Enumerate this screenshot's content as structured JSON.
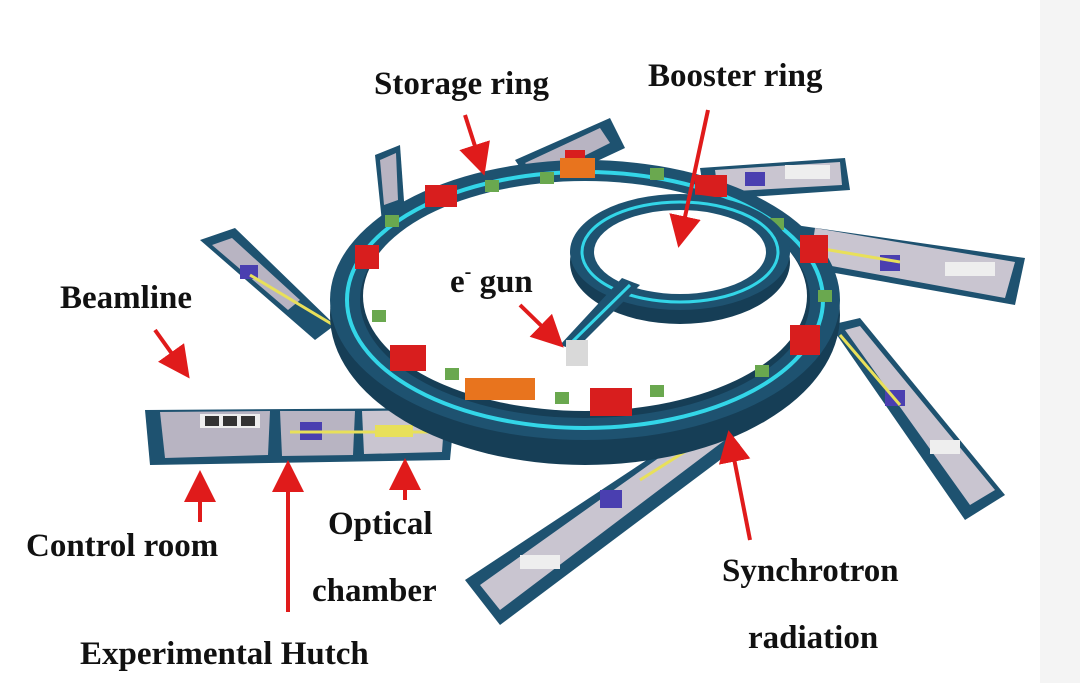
{
  "labels": {
    "storage_ring": "Storage ring",
    "booster_ring": "Booster ring",
    "beamline": "Beamline",
    "e_gun_prefix": "e",
    "e_gun_sup": "-",
    "e_gun_suffix": " gun",
    "control_room": "Control room",
    "optical": "Optical",
    "chamber": "chamber",
    "experimental_hutch": "Experimental Hutch",
    "synchrotron": "Synchrotron",
    "radiation": "radiation"
  },
  "colors": {
    "ring_wall": "#1e5270",
    "ring_wall_dark": "#163e56",
    "beam": "#33d6e8",
    "magnet_red": "#d81e1e",
    "magnet_green": "#6aa84f",
    "magnet_orange": "#e8741e",
    "arrow": "#e01b1b",
    "hutch_floor": "#b8b4c2",
    "radiation": "#e8e05a"
  }
}
